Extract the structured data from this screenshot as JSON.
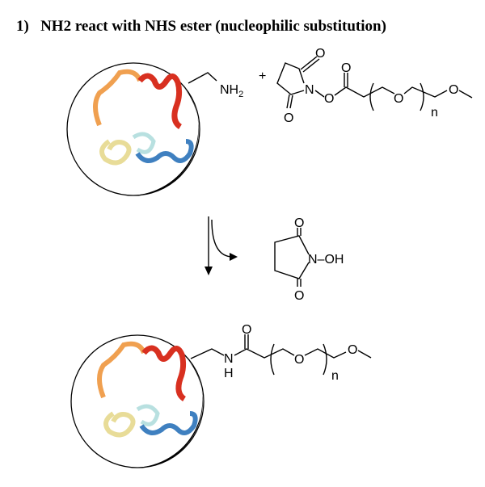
{
  "title": "1)   NH2 react with NHS ester (nucleophilic substitution)",
  "reactants": {
    "amine": {
      "n_label": "NH",
      "subscript": "2"
    },
    "plus": "+",
    "nhs_ester": {
      "ring_o_top": "O",
      "ring_n": "N",
      "ring_o_bottom": "O",
      "link_o": "O",
      "carbonyl_o": "O",
      "peg_o": "O",
      "repeat_n": "n",
      "end_o": "O"
    }
  },
  "byproduct": {
    "o_top": "O",
    "n_oh": "N–OH",
    "o_bottom": "O"
  },
  "product": {
    "carbonyl_o": "O",
    "n_label": "N",
    "h_label": "H",
    "peg_o": "O",
    "repeat_n": "n",
    "end_o": "O"
  }
}
